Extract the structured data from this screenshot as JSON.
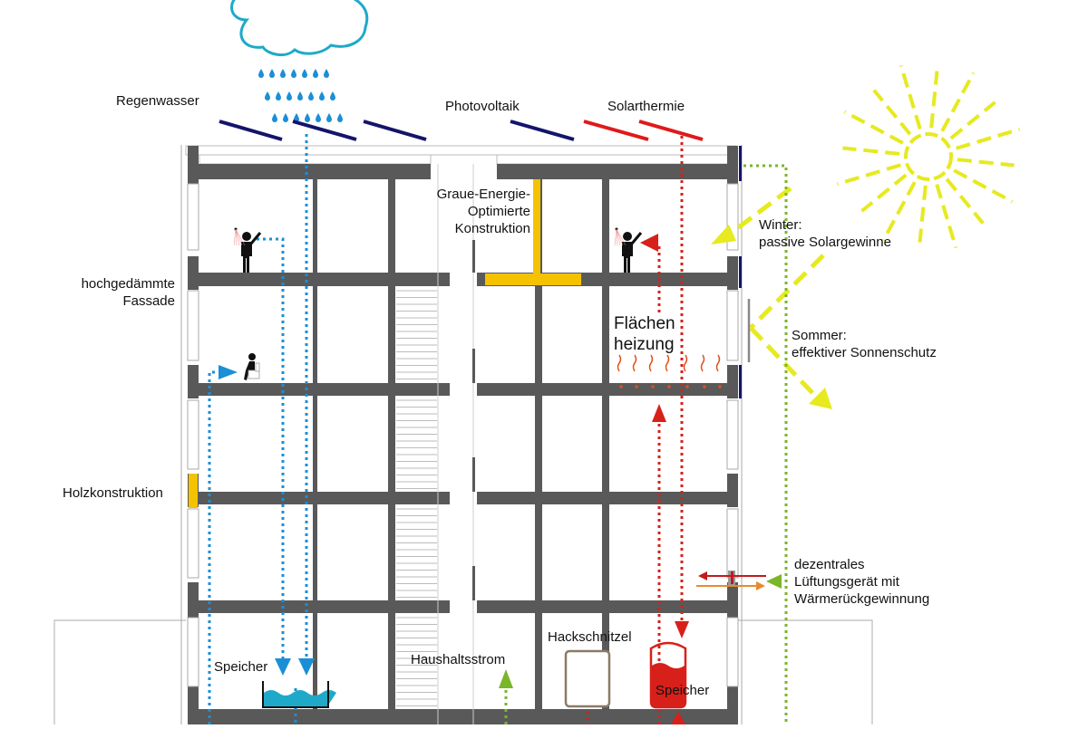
{
  "diagram": {
    "title": "Energiekonzept Gebäudeschnitt",
    "colors": {
      "structure": "#595959",
      "rain_water": "#1a8fd6",
      "cloud": "#1fa9c9",
      "pv_panel": "#14146b",
      "solar_thermal": "#e0191b",
      "heating": "#d8201a",
      "heat_waves": "#e0501a",
      "sun": "#e6ea1e",
      "electricity": "#7ab629",
      "timber": "#f5c200",
      "woodchip_box": "#8b7a66",
      "vent_exhaust": "#c41a1a",
      "vent_supply": "#e68a2e",
      "vent_intake": "#7ab629"
    },
    "labels": {
      "rainwater": "Regenwasser",
      "photovoltaics": "Photovoltaik",
      "solar_thermal": "Solarthermie",
      "grey_energy": [
        "Graue-Energie-",
        "Optimierte",
        "Konstruktion"
      ],
      "facade": [
        "hochgedämmte",
        "Fassade"
      ],
      "timber": "Holzkonstruktion",
      "winter": [
        "Winter:",
        "passive Solargewinne"
      ],
      "summer": [
        "Sommer:",
        "effektiver Sonnenschutz"
      ],
      "floor_heating": [
        "Flächen",
        "heizung"
      ],
      "ventilation": [
        "dezentrales",
        "Lüftungsgerät mit",
        "Wärmerückgewinnung"
      ],
      "water_storage": "Speicher",
      "household_power": "Haushaltsstrom",
      "woodchips": "Hackschnitzel",
      "heat_storage": "Speicher"
    },
    "elements": {
      "floors": 5,
      "icons": [
        "cloud-icon",
        "rain-drops-icon",
        "sun-icon",
        "shower-person-icon",
        "toilet-person-icon",
        "water-tank-icon",
        "heat-storage-tank-icon",
        "woodchip-container-icon",
        "ventilation-unit-icon"
      ]
    }
  }
}
